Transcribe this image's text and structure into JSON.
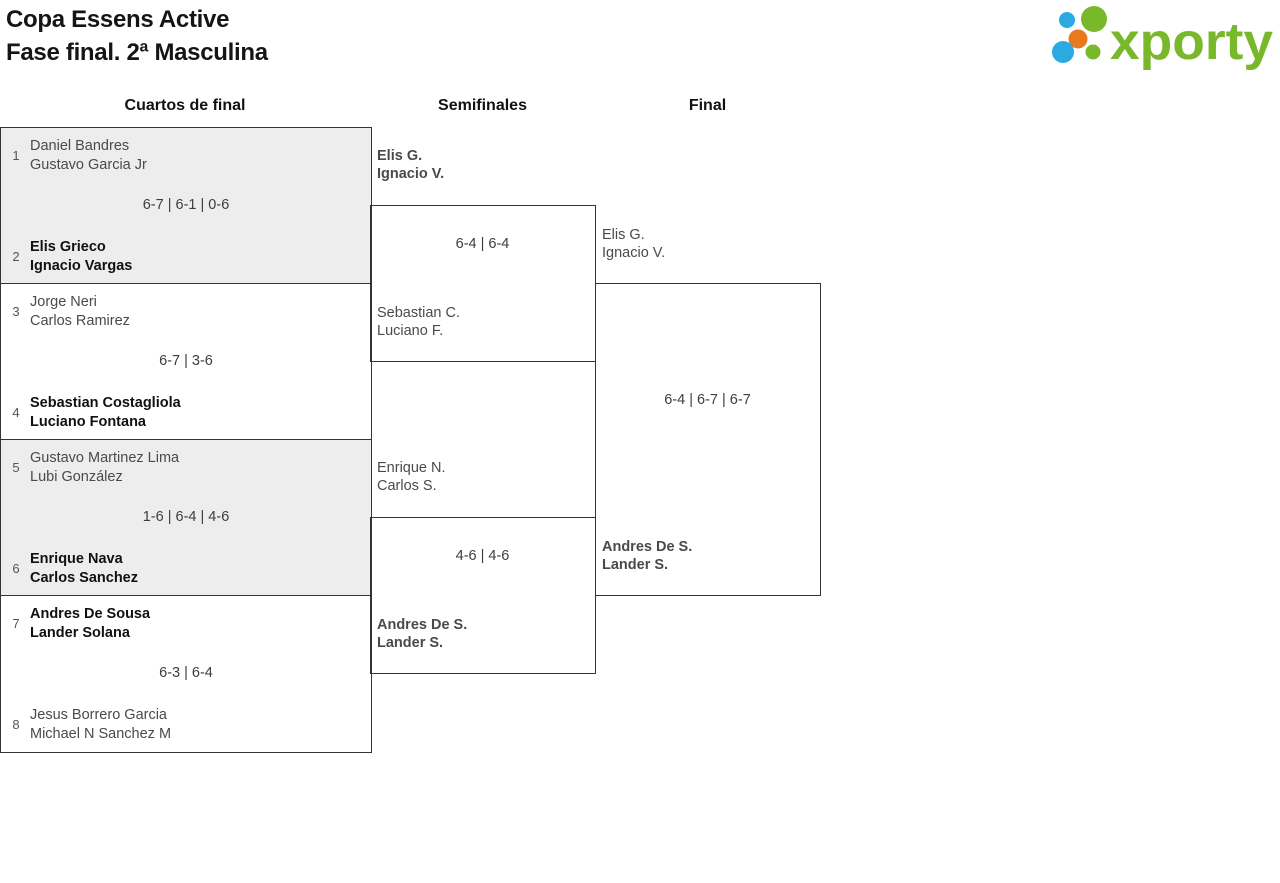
{
  "header": {
    "title_line1": "Copa Essens Active",
    "title_line2": "Fase final. 2ª Masculina",
    "logo_text": "xporty",
    "logo_colors": {
      "green": "#78b82a",
      "blue": "#29abe2",
      "orange": "#e8791e"
    }
  },
  "rounds": {
    "quarterfinals_label": "Cuartos de final",
    "semifinals_label": "Semifinales",
    "final_label": "Final"
  },
  "matches": {
    "quarterfinals": [
      {
        "team1": {
          "seed": "1",
          "line1": "Daniel Bandres",
          "line2": "Gustavo Garcia Jr",
          "winner": false
        },
        "score": "6-7 | 6-1 | 0-6",
        "team2": {
          "seed": "2",
          "line1": "Elis Grieco",
          "line2": "Ignacio Vargas",
          "winner": true
        }
      },
      {
        "team1": {
          "seed": "3",
          "line1": "Jorge Neri",
          "line2": "Carlos Ramirez",
          "winner": false
        },
        "score": "6-7 | 3-6",
        "team2": {
          "seed": "4",
          "line1": "Sebastian Costagliola",
          "line2": "Luciano Fontana",
          "winner": true
        }
      },
      {
        "team1": {
          "seed": "5",
          "line1": "Gustavo Martinez Lima",
          "line2": "Lubi González",
          "winner": false
        },
        "score": "1-6 | 6-4 | 4-6",
        "team2": {
          "seed": "6",
          "line1": "Enrique Nava",
          "line2": "Carlos Sanchez",
          "winner": true
        }
      },
      {
        "team1": {
          "seed": "7",
          "line1": "Andres De Sousa",
          "line2": "Lander Solana",
          "winner": true
        },
        "score": "6-3 | 6-4",
        "team2": {
          "seed": "8",
          "line1": "Jesus Borrero Garcia",
          "line2": "Michael N Sanchez M",
          "winner": false
        }
      }
    ],
    "semifinals": [
      {
        "team1": {
          "line1": "Elis G.",
          "line2": "Ignacio V.",
          "winner": true
        },
        "score": "6-4 | 6-4",
        "team2": {
          "line1": "Sebastian C.",
          "line2": "Luciano F.",
          "winner": false
        }
      },
      {
        "team1": {
          "line1": "Enrique N.",
          "line2": "Carlos S.",
          "winner": false
        },
        "score": "4-6 | 4-6",
        "team2": {
          "line1": "Andres De S.",
          "line2": "Lander S.",
          "winner": true
        }
      }
    ],
    "final": {
      "team1": {
        "line1": "Elis G.",
        "line2": "Ignacio V.",
        "winner": false
      },
      "score": "6-4 | 6-7 | 6-7",
      "team2": {
        "line1": "Andres De S.",
        "line2": "Lander S.",
        "winner": true
      }
    }
  }
}
